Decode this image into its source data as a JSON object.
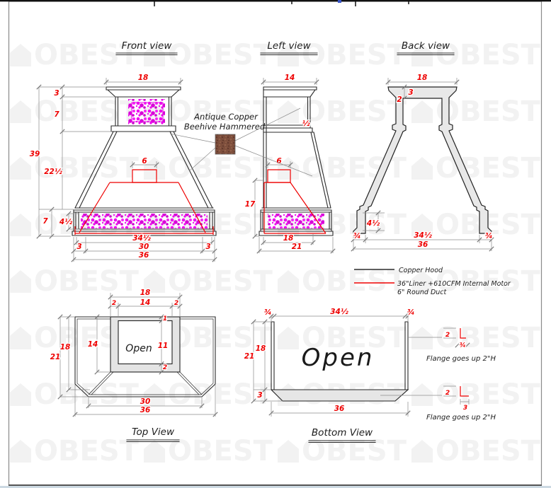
{
  "page": {
    "watermark_text": "OBEST",
    "accent_red": "#ee0000",
    "ornament_magenta": "#ee00ee",
    "copper_brown": "#7d4e3c"
  },
  "titles": {
    "front": "Front view",
    "left": "Left view",
    "back": "Back view",
    "top": "Top View",
    "bottom": "Bottom View"
  },
  "callout": {
    "line1": "Antique Copper",
    "line2": "Beehive Hammered"
  },
  "legend": {
    "copper_hood": "Copper Hood",
    "liner_line1": "36\"Liner +610CFM Internal Motor",
    "liner_line2": "6\" Round Duct"
  },
  "front": {
    "top_width": "18",
    "crown_h": "3",
    "band_h": "7",
    "overall_h": "39",
    "body_h": "22½",
    "base_h": "7",
    "base_band_h": "4½",
    "duct_w": "6",
    "inner_w": "34½",
    "liner_w": "30",
    "margin_l": "3",
    "margin_r": "3",
    "overall_w": "36"
  },
  "left": {
    "top_depth": "14",
    "band_step": "½",
    "duct_w": "6",
    "liner_h": "17",
    "flat_depth": "18",
    "overall_depth": "21"
  },
  "back": {
    "top_width": "18",
    "crown_h": "3",
    "strap_w": "2",
    "foot_h": "4½",
    "foot_l": "¾",
    "inner_w": "34½",
    "foot_r": "¾",
    "overall_w": "36"
  },
  "top_view": {
    "open": "Open",
    "chimney_w": "18",
    "frame_l": "2",
    "opening_w": "14",
    "frame_r": "2",
    "overall_depth": "21",
    "flat_depth": "18",
    "frame_depth": "14",
    "front_frame": "1",
    "opening_depth": "11",
    "back_frame": "2",
    "liner_w": "30",
    "overall_w": "36"
  },
  "bottom_view": {
    "open": "Open",
    "wall_l": "¾",
    "inner_w": "34½",
    "wall_r": "¾",
    "overall_depth": "21",
    "open_depth": "18",
    "band_depth": "3",
    "overall_w": "36",
    "flange1_h": "2",
    "flange1_w": "¾",
    "flange1_note": "Flange goes up 2\"H",
    "flange2_h": "2",
    "flange2_w": "3",
    "flange2_note": "Flange goes up 2\"H"
  }
}
